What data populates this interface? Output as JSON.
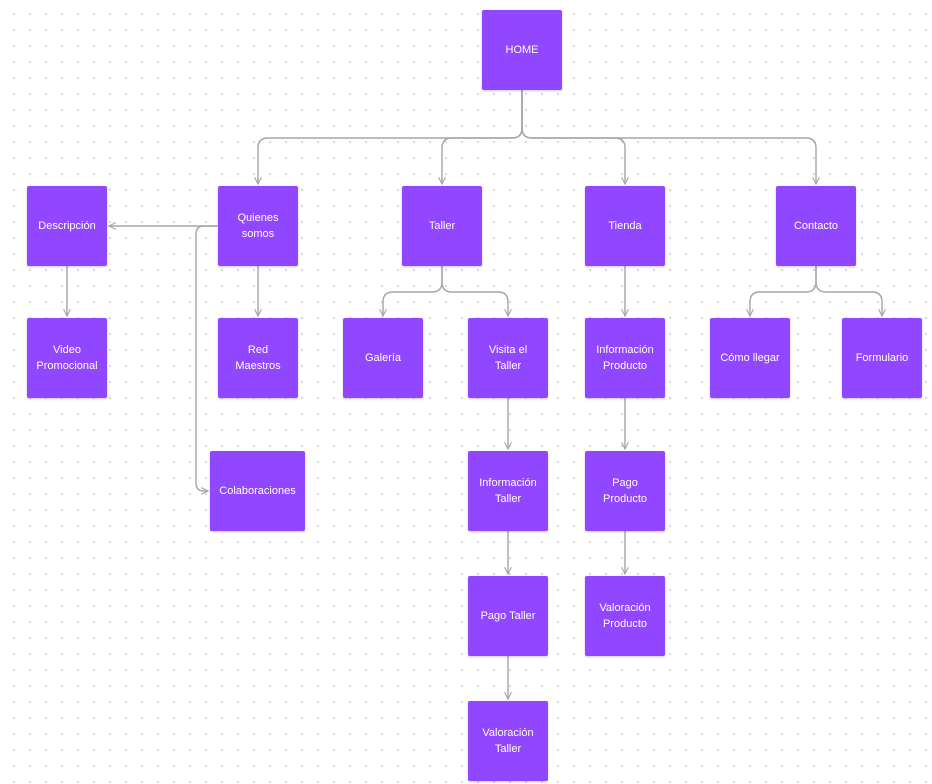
{
  "colors": {
    "node": "#9146ff",
    "node_text": "#ffffff",
    "connector": "#a6a6a6",
    "grid_dot": "#d6d6d6",
    "background": "#ffffff"
  },
  "nodes": {
    "home": "HOME",
    "descripcion": "Descripción",
    "quienes_somos": "Quienes\nsomos",
    "taller": "Taller",
    "tienda": "Tienda",
    "contacto": "Contacto",
    "video_promocional": "Video\nPromocional",
    "red_maestros": "Red\nMaestros",
    "galeria": "Galería",
    "visita_taller": "Visita el\nTaller",
    "informacion_producto": "Información\nProducto",
    "como_llegar": "Cómo llegar",
    "formulario": "Formulario",
    "colaboraciones": "Colaboraciones",
    "informacion_taller": "Información\nTaller",
    "pago_producto": "Pago\nProducto",
    "pago_taller": "Pago Taller",
    "valoracion_producto": "Valoración\nProducto",
    "valoracion_taller": "Valoración\nTaller"
  }
}
